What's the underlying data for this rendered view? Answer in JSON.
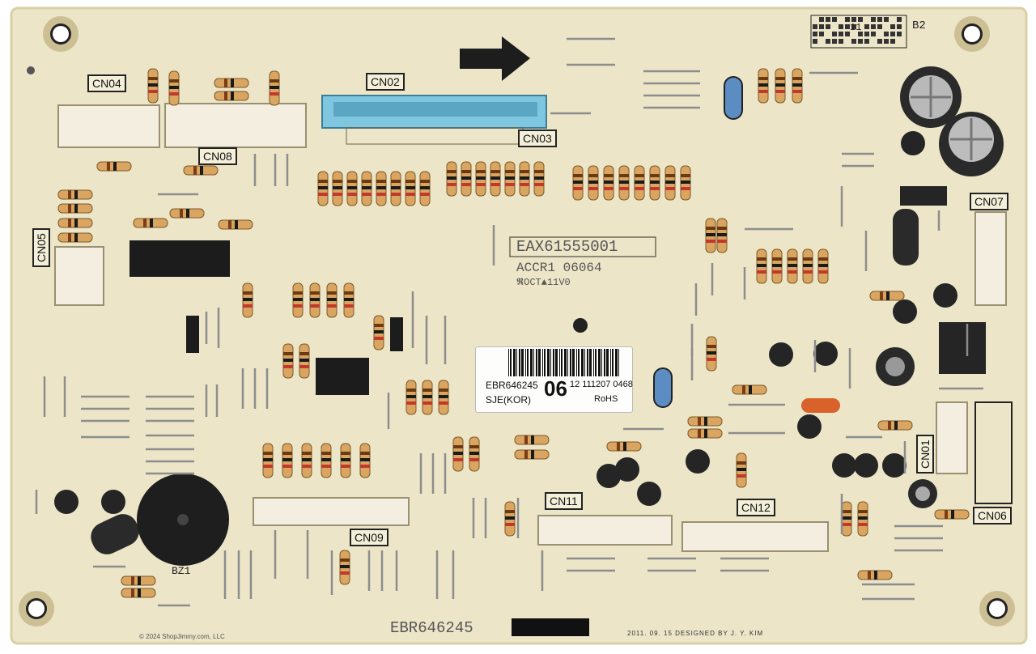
{
  "board": {
    "part_number_silk": "EAX61555001",
    "sub_text": "ACCR1 06064",
    "date_code": "𝕽OCT▲11V0",
    "bottom_model": "EBR646245",
    "designer": "2011. 09. 15  DESIGNED  BY  J. Y. KIM",
    "copyright": "© 2024 ShopJimmy.com, LLC",
    "grid_marker": "11",
    "zone_label": "B2",
    "buzzer_label": "BZ1"
  },
  "sticker": {
    "model": "EBR646245",
    "big": "06",
    "serial": "12 111207 0468",
    "origin": "SJE(KOR)",
    "rohs": "RoHS"
  },
  "connectors": {
    "cn04": "CN04",
    "cn02": "CN02",
    "cn03": "CN03",
    "cn08": "CN08",
    "cn05": "CN05",
    "cn07": "CN07",
    "cn01": "CN01",
    "cn06": "CN06",
    "cn09": "CN09",
    "cn11": "CN11",
    "cn12": "CN12"
  },
  "colors": {
    "pcb": "#ece5c8",
    "pcb_edge": "#d9cfa6",
    "blue_connector": "#7fc7e0",
    "resistor_body": "#d9a560",
    "capacitor_dark": "#2a2a2a",
    "orange_cap": "#d9622a"
  }
}
